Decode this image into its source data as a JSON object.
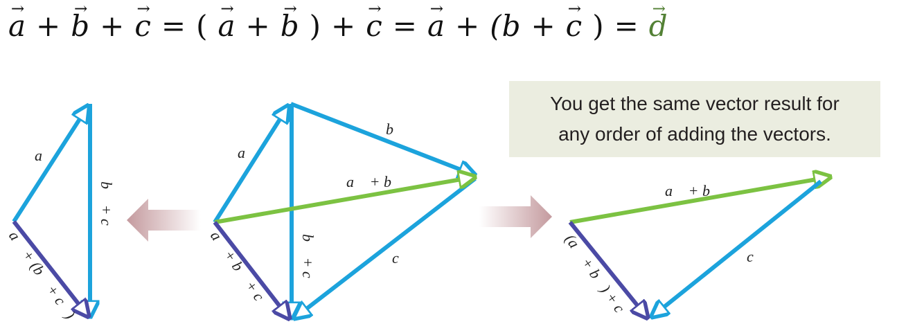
{
  "equation": {
    "tokens": [
      {
        "text": "a",
        "vector": true
      },
      {
        "text": "+",
        "op": true
      },
      {
        "text": "b",
        "vector": true
      },
      {
        "text": "+",
        "op": true
      },
      {
        "text": "c",
        "vector": true
      },
      {
        "text": "=",
        "op": true
      },
      {
        "text": "(",
        "op": true
      },
      {
        "text": "a",
        "vector": true
      },
      {
        "text": "+",
        "op": true
      },
      {
        "text": "b",
        "vector": true
      },
      {
        "text": ")",
        "op": true
      },
      {
        "text": "+",
        "op": true
      },
      {
        "text": "c",
        "vector": true
      },
      {
        "text": "=",
        "op": true
      },
      {
        "text": "a",
        "vector": true
      },
      {
        "text": "+",
        "op": true
      },
      {
        "text": "(b",
        "vector": false
      },
      {
        "text": "+",
        "op": true
      },
      {
        "text": "c",
        "vector": true
      },
      {
        "text": ")",
        "op": true
      },
      {
        "text": "=",
        "op": true
      },
      {
        "text": "d",
        "vector": true,
        "result": true
      }
    ],
    "result_color": "#538135"
  },
  "callout": {
    "line1": "You get the same vector result for",
    "line2": "any order of adding the vectors.",
    "background": "#ebede0"
  },
  "colors": {
    "vector_blue": "#1ca3dc",
    "sum_green": "#7cc242",
    "resultant_purple": "#4b4aa5",
    "transition_arrow": "#c49a9e"
  },
  "diagrams": {
    "left": {
      "labels": {
        "a": "a",
        "b_plus_c": "b + c",
        "resultant": "a + (b + c)"
      }
    },
    "center": {
      "labels": {
        "a": "a",
        "b": "b",
        "c": "c",
        "a_plus_b": "a + b",
        "b_plus_c": "b + c",
        "resultant": "a + b + c"
      }
    },
    "right": {
      "labels": {
        "a_plus_b": "a + b",
        "c": "c",
        "resultant": "(a + b) + c"
      }
    }
  },
  "transition_arrows": [
    {
      "direction": "left"
    },
    {
      "direction": "right"
    }
  ]
}
